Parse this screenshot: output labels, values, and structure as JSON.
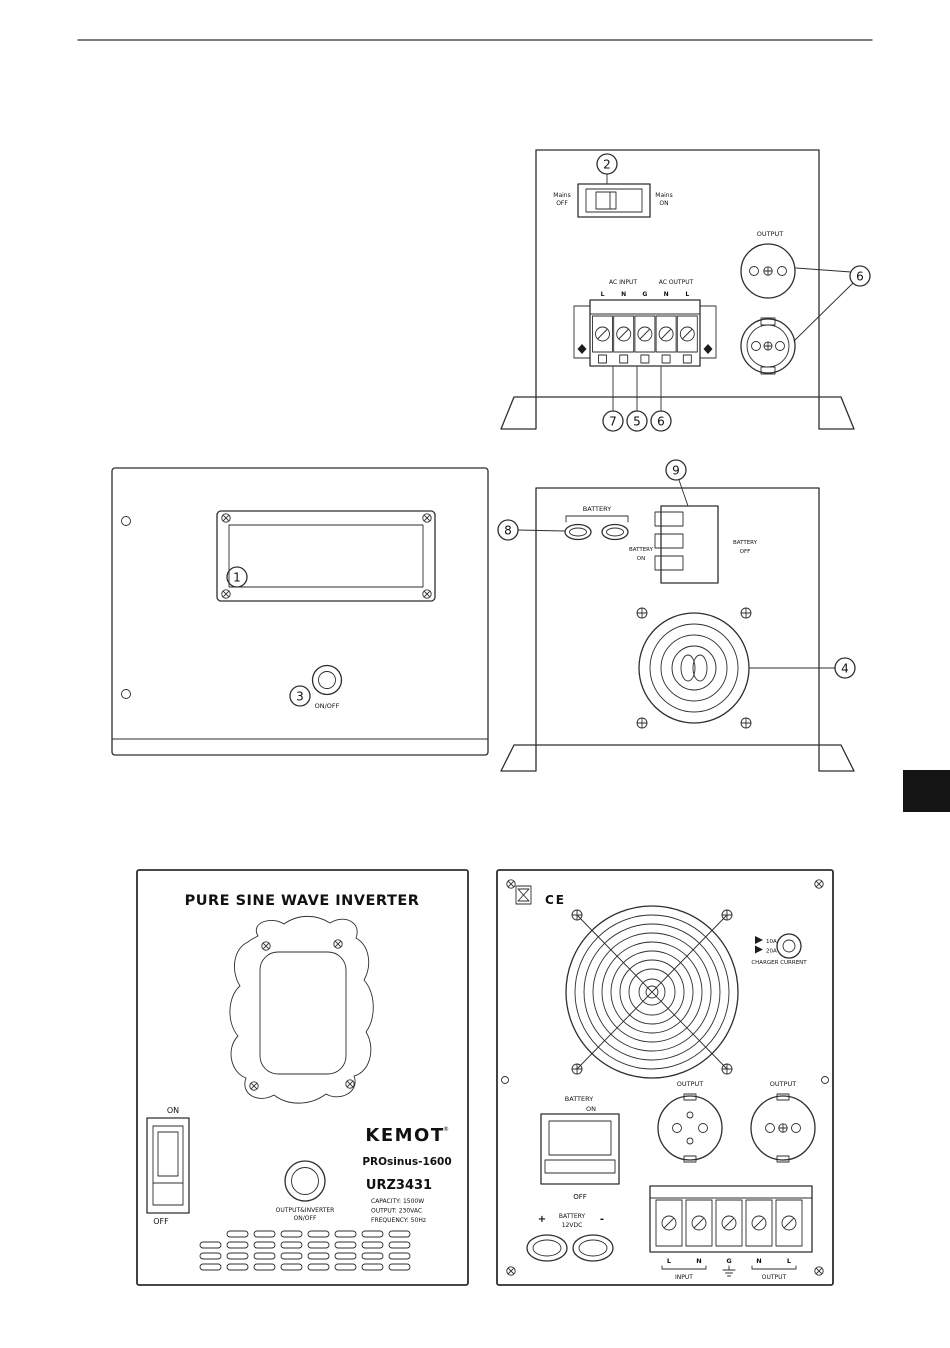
{
  "accent": {
    "tab_color": "#141414"
  },
  "rear_top": {
    "callout_mains": "2",
    "callout_sockets": "6",
    "callouts_bottom": [
      "7",
      "5",
      "6"
    ],
    "mains_off": [
      "Mains",
      "OFF"
    ],
    "mains_on": [
      "Mains",
      "ON"
    ],
    "output": "OUTPUT",
    "ac_input": "AC INPUT",
    "ac_output": "AC OUTPUT",
    "terminals": [
      "L",
      "N",
      "G",
      "N",
      "L"
    ]
  },
  "front_panel": {
    "callout_display": "1",
    "callout_power": "3",
    "power_button": "ON/OFF"
  },
  "rear_mid": {
    "callout_breaker": "9",
    "callout_battery_buttons": "8",
    "callout_fan": "4",
    "battery": "BATTERY",
    "battery_on": [
      "BATTERY",
      "ON"
    ],
    "battery_off": [
      "BATTERY",
      "OFF"
    ]
  },
  "front_view": {
    "title": "PURE SINE WAVE INVERTER",
    "switch_on": "ON",
    "switch_off": "OFF",
    "brand": "KEMOT",
    "brand_reg": "®",
    "model": "PROsinus-1600",
    "code": "URZ3431",
    "specs": [
      "CAPACITY: 1500W",
      "OUTPUT: 230VAC",
      "FREQUENCY: 50Hz"
    ],
    "button_label": [
      "OUTPUT&INVERTER",
      "ON/OFF"
    ]
  },
  "rear_view": {
    "ce": "CE",
    "charger_options": [
      "10A",
      "20A"
    ],
    "charger_label": "CHARGER CURRENT",
    "output_left": "OUTPUT",
    "output_right": "OUTPUT",
    "battery_on": [
      "BATTERY",
      "ON"
    ],
    "battery_off": "OFF",
    "battery_plus": "+",
    "battery_minus": "-",
    "battery_spec": [
      "BATTERY",
      "12VDC"
    ],
    "terminals": [
      "L",
      "N",
      "G",
      "N",
      "L"
    ],
    "input": "INPUT",
    "output": "OUTPUT"
  }
}
